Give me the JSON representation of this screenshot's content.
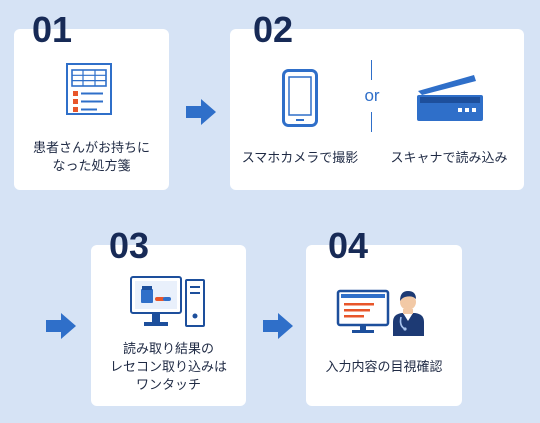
{
  "steps": [
    {
      "number": "01",
      "label_lines": [
        "患者さんがお持ちに",
        "なった処方箋"
      ]
    },
    {
      "number": "02",
      "options": [
        {
          "label": "スマホカメラで撮影"
        },
        {
          "label": "スキャナで読み込み"
        }
      ],
      "separator": "or"
    },
    {
      "number": "03",
      "label_lines": [
        "読み取り結果の",
        "レセコン取り込みは",
        "ワンタッチ"
      ]
    },
    {
      "number": "04",
      "label_lines": [
        "入力内容の目視確認"
      ]
    }
  ],
  "icons": {
    "step1": "prescription-document-icon",
    "step2a": "smartphone-icon",
    "step2b": "flatbed-scanner-icon",
    "step3": "desktop-computer-icon",
    "step4": "pharmacist-at-monitor-icon",
    "arrow": "right-arrow-icon"
  },
  "colors": {
    "background": "#d6e3f5",
    "card": "#ffffff",
    "accent_blue": "#2f6fc9",
    "navy": "#172a56"
  }
}
